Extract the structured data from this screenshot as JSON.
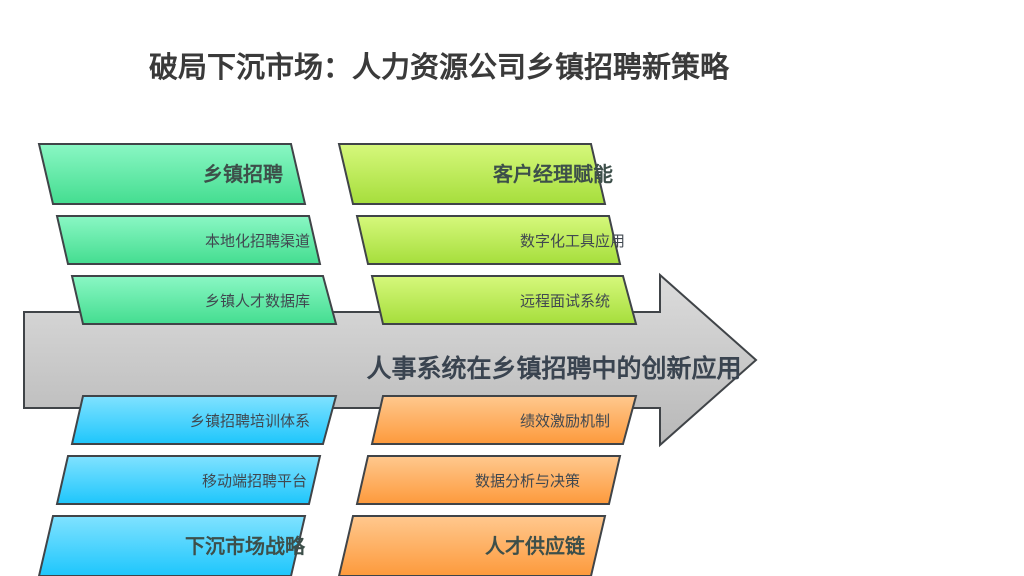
{
  "title": "破局下沉市场：人力资源公司乡镇招聘新策略",
  "spine": "人事系统在乡镇招聘中的创新应用",
  "categories": [
    {
      "label": "乡镇招聘",
      "items": [
        "本地化招聘渠道",
        "乡镇人才数据库"
      ],
      "color_light": "#8af7c4",
      "color_dark": "#44dd90"
    },
    {
      "label": "客户经理赋能",
      "items": [
        "数字化工具应用",
        "远程面试系统"
      ],
      "color_light": "#d6f87c",
      "color_dark": "#a6de3c"
    },
    {
      "label": "下沉市场战略",
      "items": [
        "乡镇招聘培训体系",
        "移动端招聘平台"
      ],
      "color_light": "#80e2ff",
      "color_dark": "#1ec6fc"
    },
    {
      "label": "人才供应链",
      "items": [
        "绩效激励机制",
        "数据分析与决策"
      ],
      "color_light": "#ffc88e",
      "color_dark": "#fd9a3c"
    }
  ]
}
